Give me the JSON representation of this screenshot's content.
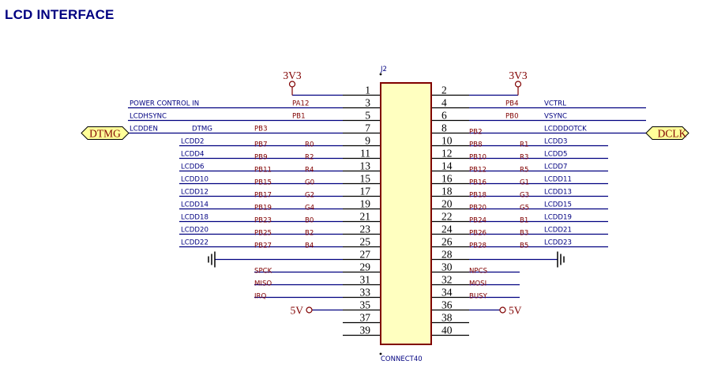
{
  "title": "LCD INTERFACE",
  "component": {
    "designator": "J2",
    "comment": "CONNECT40"
  },
  "colors": {
    "wire": "#000080",
    "body_fill": "#ffffc0",
    "body_stroke": "#800000",
    "pin_stroke": "#000000",
    "net_label": "#000080",
    "port_label": "#800000",
    "power_symbol": "#800000",
    "port_fill": "#ffff99"
  },
  "ports": {
    "left": "DTMG",
    "right": "DCLK"
  },
  "rows": [
    {
      "l": 1,
      "r": 2,
      "left": {
        "pwr": "3V3"
      },
      "right": {
        "pwr": "3V3"
      }
    },
    {
      "l": 3,
      "r": 4,
      "left": {
        "net": "POWER CONTROL IN",
        "pb": "PA12"
      },
      "right": {
        "pb": "PB4",
        "net": "VCTRL"
      }
    },
    {
      "l": 5,
      "r": 6,
      "left": {
        "net": "LCDHSYNC",
        "pb": "PB1"
      },
      "right": {
        "pb": "PB0",
        "net": "VSYNC"
      }
    },
    {
      "l": 7,
      "r": 8,
      "left": {
        "net": "LCDDEN",
        "func": "DTMG",
        "pb": "PB3",
        "port": "DTMG"
      },
      "right": {
        "pb": "PB2",
        "net": "LCDDDOTCK",
        "port": "DCLK"
      }
    },
    {
      "l": 9,
      "r": 10,
      "left": {
        "net": "LCDD2",
        "pb": "PB7",
        "func": "R0"
      },
      "right": {
        "pb": "PB8",
        "func": "R1",
        "net": "LCDD3"
      }
    },
    {
      "l": 11,
      "r": 12,
      "left": {
        "net": "LCDD4",
        "pb": "PB9",
        "func": "R2"
      },
      "right": {
        "pb": "PB10",
        "func": "R3",
        "net": "LCDD5"
      }
    },
    {
      "l": 13,
      "r": 14,
      "left": {
        "net": "LCDD6",
        "pb": "PB11",
        "func": "R4"
      },
      "right": {
        "pb": "PB12",
        "func": "R5",
        "net": "LCDD7"
      }
    },
    {
      "l": 15,
      "r": 16,
      "left": {
        "net": "LCDD10",
        "pb": "PB15",
        "func": "G0"
      },
      "right": {
        "pb": "PB16",
        "func": "G1",
        "net": "LCDD11"
      }
    },
    {
      "l": 17,
      "r": 18,
      "left": {
        "net": "LCDD12",
        "pb": "PB17",
        "func": "G2"
      },
      "right": {
        "pb": "PB18",
        "func": "G3",
        "net": "LCDD13"
      }
    },
    {
      "l": 19,
      "r": 20,
      "left": {
        "net": "LCDD14",
        "pb": "PB19",
        "func": "G4"
      },
      "right": {
        "pb": "PB20",
        "func": "G5",
        "net": "LCDD15"
      }
    },
    {
      "l": 21,
      "r": 22,
      "left": {
        "net": "LCDD18",
        "pb": "PB23",
        "func": "B0"
      },
      "right": {
        "pb": "PB24",
        "func": "B1",
        "net": "LCDD19"
      }
    },
    {
      "l": 23,
      "r": 24,
      "left": {
        "net": "LCDD20",
        "pb": "PB25",
        "func": "B2"
      },
      "right": {
        "pb": "PB26",
        "func": "B3",
        "net": "LCDD21"
      }
    },
    {
      "l": 25,
      "r": 26,
      "left": {
        "net": "LCDD22",
        "pb": "PB27",
        "func": "B4"
      },
      "right": {
        "pb": "PB28",
        "func": "B5",
        "net": "LCDD23"
      }
    },
    {
      "l": 27,
      "r": 28,
      "left": {
        "gnd": true
      },
      "right": {
        "gnd": true
      }
    },
    {
      "l": 29,
      "r": 30,
      "left": {
        "pb": "SPCK"
      },
      "right": {
        "pb": "NPCS"
      }
    },
    {
      "l": 31,
      "r": 32,
      "left": {
        "pb": "MISO"
      },
      "right": {
        "pb": "MOSI"
      }
    },
    {
      "l": 33,
      "r": 34,
      "left": {
        "pb": "IRQ"
      },
      "right": {
        "pb": "BUSY"
      }
    },
    {
      "l": 35,
      "r": 36,
      "left": {
        "pwr": "5V"
      },
      "right": {
        "pwr": "5V"
      }
    },
    {
      "l": 37,
      "r": 38,
      "left": {},
      "right": {}
    },
    {
      "l": 39,
      "r": 40,
      "left": {},
      "right": {}
    }
  ]
}
